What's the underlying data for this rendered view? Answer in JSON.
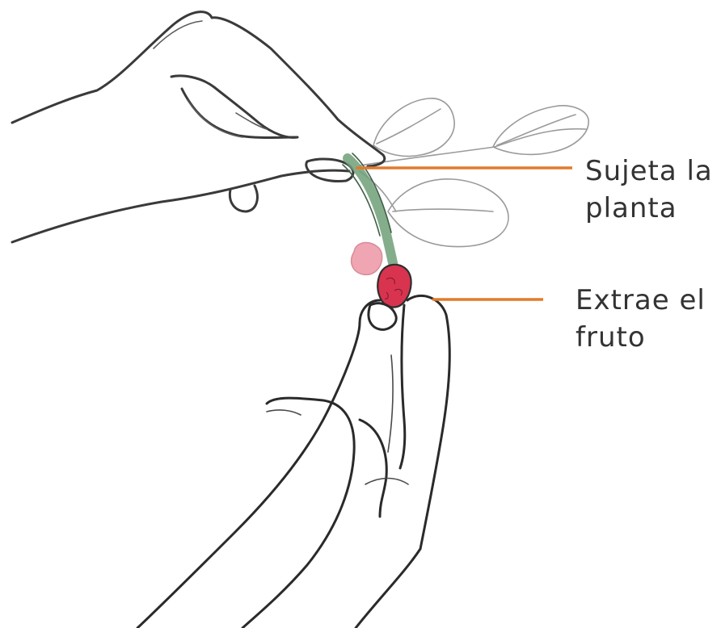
{
  "callouts": {
    "hold_plant": {
      "line1": "Sujeta la",
      "line2": "planta"
    },
    "extract_fruit": {
      "line1": "Extrae el",
      "line2": "fruto"
    }
  },
  "colors": {
    "leader_line": "#e07b2c",
    "stem": "#6e9f78",
    "fruit": "#d8344f",
    "fruit_light": "#f0a6b2",
    "outline": "#3a3a3a",
    "leaf_outline": "#9a9a9a"
  }
}
